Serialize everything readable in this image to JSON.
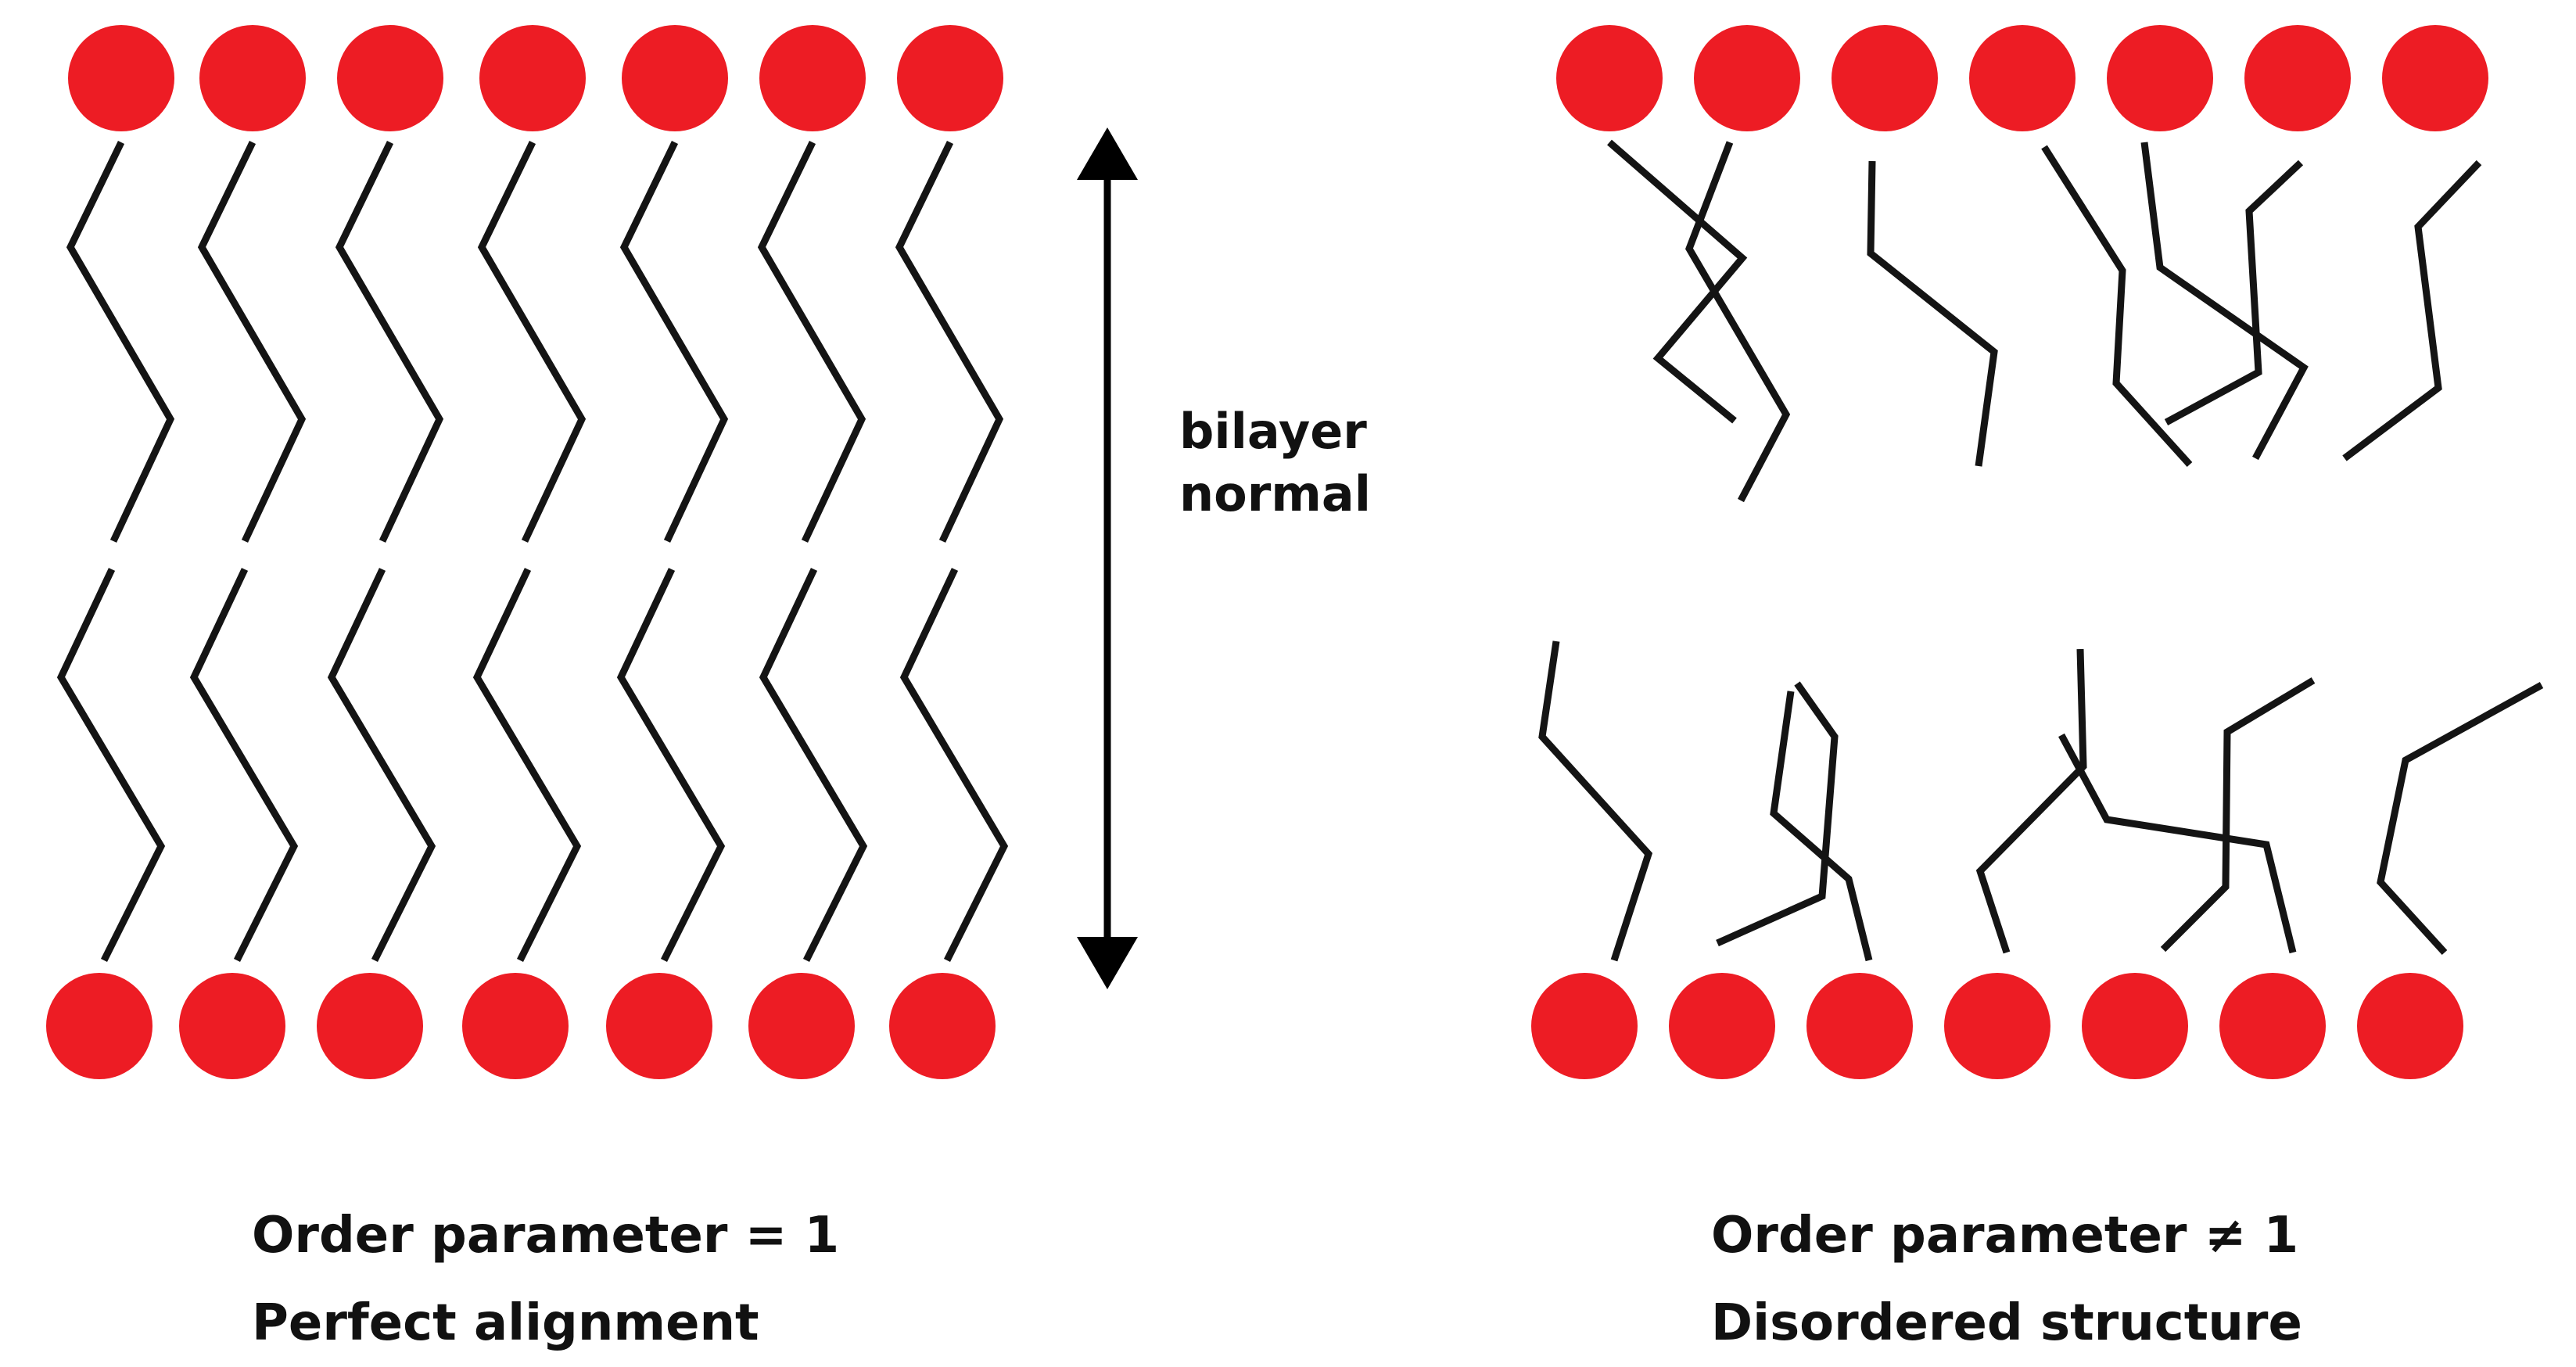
{
  "colors": {
    "head": "#ed1c24",
    "tail": "#141414",
    "arrow": "#000000",
    "text": "#111111",
    "background": "#ffffff"
  },
  "arrow_label": {
    "line1": "bilayer",
    "line2": "normal"
  },
  "left_panel": {
    "lipids_per_leaflet": 7,
    "caption_line1": "Order parameter = 1",
    "caption_line2": "Perfect alignment"
  },
  "right_panel": {
    "lipids_per_leaflet": 7,
    "caption_line1": "Order parameter ≠ 1",
    "caption_line2": "Disordered structure"
  }
}
